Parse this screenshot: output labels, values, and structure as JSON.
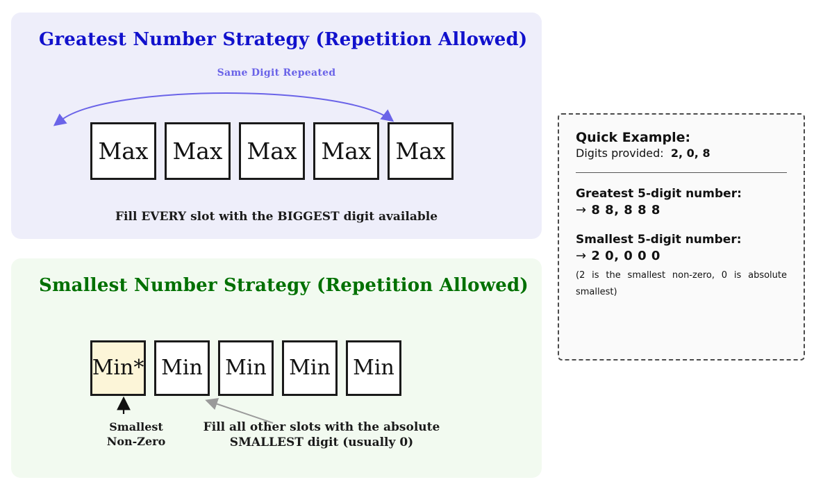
{
  "greatest": {
    "title": "Greatest Number Strategy (Repetition Allowed)",
    "annotation": "Same Digit Repeated",
    "slots": [
      "Max",
      "Max",
      "Max",
      "Max",
      "Max"
    ],
    "caption": "Fill EVERY slot with the BIGGEST digit available",
    "colors": {
      "panel_bg": "#eeeefa",
      "title": "#1111cc",
      "arrow": "#6a63e8"
    }
  },
  "smallest": {
    "title": "Smallest Number Strategy (Repetition Allowed)",
    "slots": [
      "Min*",
      "Min",
      "Min",
      "Min",
      "Min"
    ],
    "nonzero_label_line1": "Smallest",
    "nonzero_label_line2": "Non-Zero",
    "caption_line1": "Fill all other slots with the absolute",
    "caption_line2": "SMALLEST digit (usually 0)",
    "colors": {
      "panel_bg": "#f2faf0",
      "title": "#007000",
      "highlight_slot": "#fcf5d8",
      "pointer_arrow": "#9a9a9a"
    }
  },
  "quick_example": {
    "title": "Quick Example:",
    "digits_label": "Digits provided:",
    "digits_value": "2, 0, 8",
    "greatest_heading": "Greatest 5-digit number:",
    "greatest_arrow": "→",
    "greatest_value": "8 8, 8 8 8",
    "smallest_heading": "Smallest 5-digit number:",
    "smallest_arrow": "→",
    "smallest_value": "2 0, 0 0 0",
    "note": "(2 is the smallest non-zero, 0 is absolute smallest)"
  }
}
